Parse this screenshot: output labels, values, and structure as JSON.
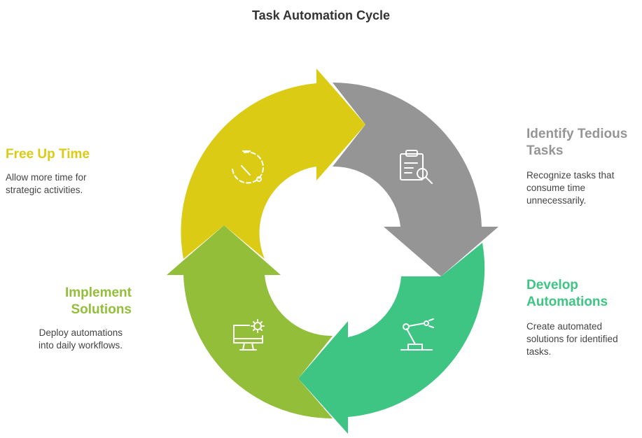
{
  "title": "Task Automation Cycle",
  "colors": {
    "free_up": "#DCCB15",
    "identify": "#959595",
    "develop": "#3EC583",
    "implement": "#93BE39"
  },
  "steps": {
    "free_up": {
      "title": "Free Up Time",
      "desc": "Allow more time for\nstrategic activities.",
      "icon": "stopwatch-icon"
    },
    "identify": {
      "title": "Identify Tedious\nTasks",
      "desc": "Recognize tasks that\nconsume time\nunnecessarily.",
      "icon": "clipboard-search-icon"
    },
    "develop": {
      "title": "Develop\nAutomations",
      "desc": "Create automated\nsolutions for identified\ntasks.",
      "icon": "robot-arm-icon"
    },
    "implement": {
      "title": "Implement\nSolutions",
      "desc": "Deploy automations\ninto daily workflows.",
      "icon": "monitor-gear-icon"
    }
  }
}
